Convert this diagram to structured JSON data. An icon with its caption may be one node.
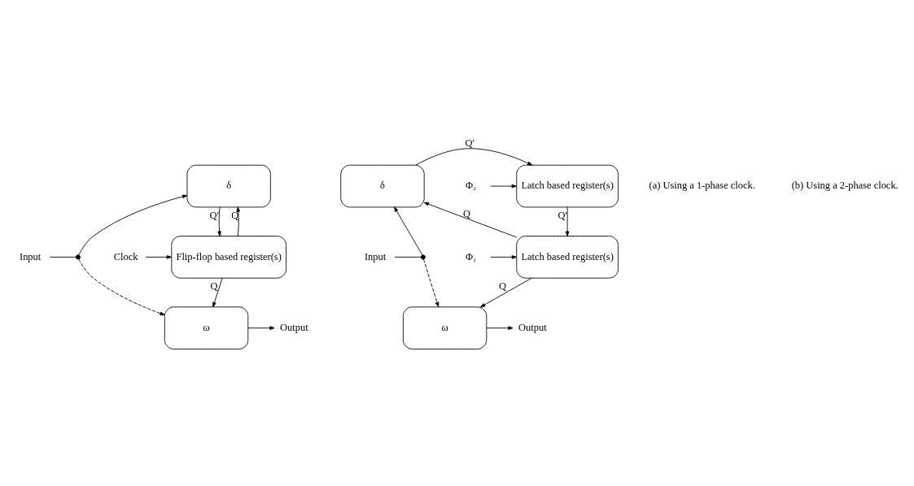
{
  "diagram": {
    "nodes": [
      {
        "text": [
          "Input"
        ]
      },
      {
        "text": [],
        "shape": "circle"
      },
      {
        "text": [
          "δ"
        ]
      },
      {
        "text": [
          "Flip-flop based register(s)"
        ]
      },
      {
        "text": [
          "Clock"
        ]
      },
      {
        "text": [
          "ω"
        ]
      },
      {
        "text": [
          "Output"
        ]
      },
      {
        "text": [
          "Latch based register(s)"
        ]
      },
      {
        "text": [
          "Φ₂"
        ]
      },
      {
        "text": [
          "δ"
        ]
      },
      {
        "text": [
          "Latch based register(s)"
        ]
      },
      {
        "text": [
          "Φ₁"
        ]
      },
      {
        "text": [
          "Input"
        ]
      },
      {
        "text": [],
        "shape": "circle"
      },
      {
        "text": [
          "ω"
        ]
      },
      {
        "text": [
          "Output"
        ]
      }
    ],
    "edges": [
      {
        "from": 0,
        "to": 1,
        "arrow": "none"
      },
      {
        "from": 1,
        "to": 2,
        "arrow": "to"
      },
      {
        "from": 1,
        "to": 5,
        "arrow": "to",
        "style": "dashed"
      },
      {
        "from": 2,
        "to": 3,
        "arrow": "to",
        "label": "Q′"
      },
      {
        "from": 3,
        "to": 2,
        "arrow": "to",
        "label": "Q"
      },
      {
        "from": 4,
        "to": 3,
        "arrow": "to"
      },
      {
        "from": 3,
        "to": 5,
        "arrow": "to",
        "label": "Q"
      },
      {
        "from": 5,
        "to": 6,
        "arrow": "to"
      },
      {
        "from": 8,
        "to": 7,
        "arrow": "to"
      },
      {
        "from": 9,
        "to": 7,
        "arrow": "to",
        "label": "Q′"
      },
      {
        "from": 7,
        "to": 10,
        "arrow": "to",
        "label": "Q′"
      },
      {
        "from": 12,
        "to": 13,
        "arrow": "none"
      },
      {
        "from": 13,
        "to": 9,
        "arrow": "to"
      },
      {
        "from": 13,
        "to": 14,
        "arrow": "to",
        "style": "dashed"
      },
      {
        "from": 10,
        "to": 9,
        "arrow": "to",
        "label": "Q"
      },
      {
        "from": 11,
        "to": 10,
        "arrow": "to"
      },
      {
        "from": 10,
        "to": 14,
        "arrow": "to",
        "label": "Q"
      },
      {
        "from": 14,
        "to": 15,
        "arrow": "to"
      }
    ],
    "labels": [
      "(a) Using a 1-phase clock.",
      "(b) Using a 2-phase clock."
    ]
  }
}
